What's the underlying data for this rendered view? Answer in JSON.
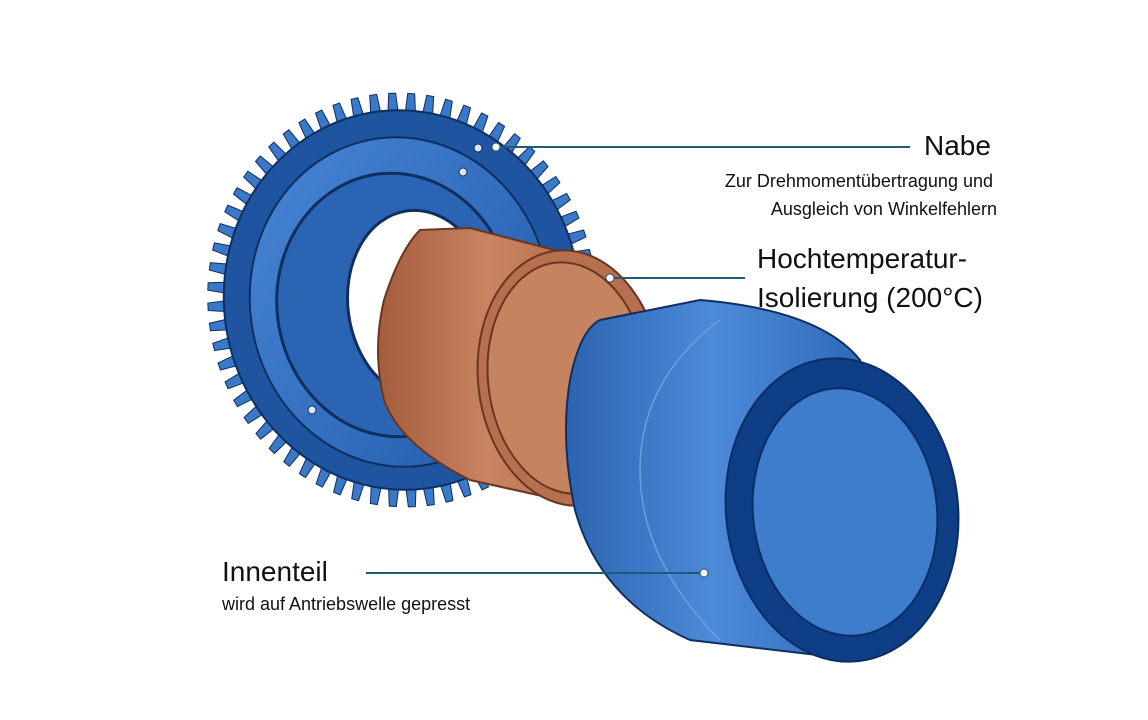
{
  "colors": {
    "blue_part": "#2E68B6",
    "blue_dark": "#123F80",
    "copper": "#B97354",
    "copper_dark": "#7A3F23",
    "leader_line": "#1F5A7A",
    "background": "#FFFFFF"
  },
  "labels": {
    "nabe": {
      "title": "Nabe",
      "desc_line1": "Zur Drehmomentübertragung und",
      "desc_line2": "Ausgleich von Winkelfehlern"
    },
    "isolierung": {
      "title_line1": "Hochtemperatur-",
      "title_line2": "Isolierung (200°C)"
    },
    "innenteil": {
      "title": "Innenteil",
      "desc": "wird auf Antriebswelle gepresst"
    }
  }
}
